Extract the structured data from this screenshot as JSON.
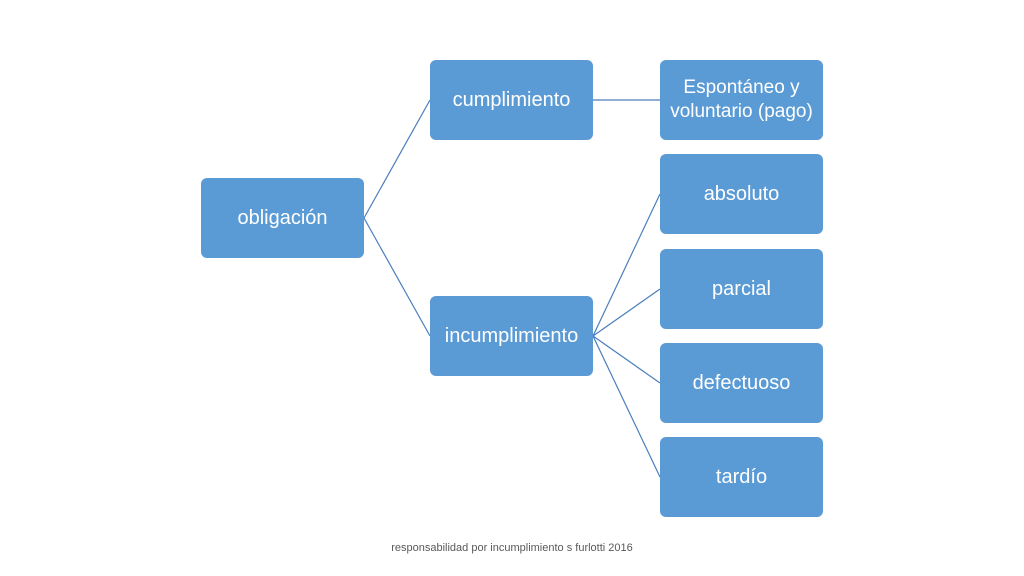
{
  "diagram": {
    "root": {
      "label": "obligación"
    },
    "branches": [
      {
        "label": "cumplimiento",
        "children": [
          {
            "label": "Espontáneo y voluntario (pago)"
          }
        ]
      },
      {
        "label": "incumplimiento",
        "children": [
          {
            "label": "absoluto"
          },
          {
            "label": "parcial"
          },
          {
            "label": "defectuoso"
          },
          {
            "label": "tardío"
          }
        ]
      }
    ],
    "colors": {
      "node_fill": "#5b9bd5",
      "node_text": "#ffffff",
      "connector": "#4a7ebb"
    }
  },
  "footer": {
    "text": "responsabilidad por incumplimiento s furlotti 2016"
  }
}
